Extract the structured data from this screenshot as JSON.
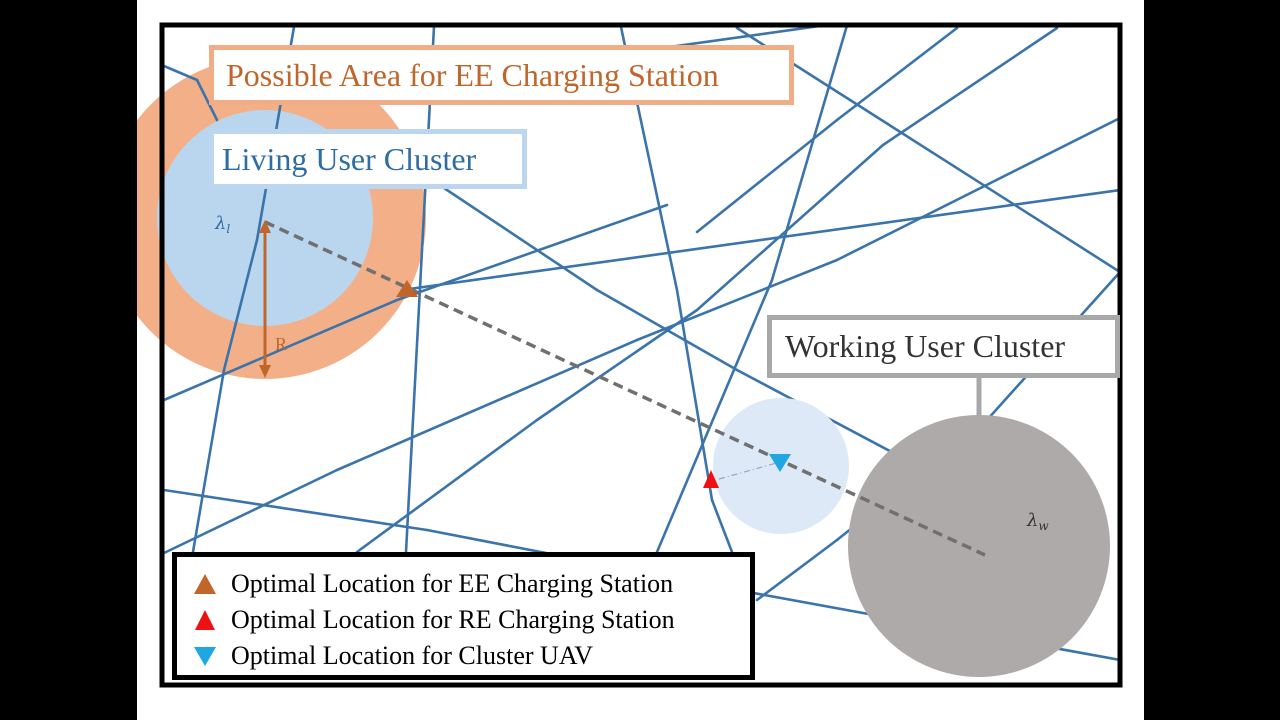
{
  "diagram": {
    "labels": {
      "possible_area": "Possible Area for EE Charging Station",
      "living_cluster": "Living User Cluster",
      "working_cluster": "Working User Cluster",
      "lambda_l": "λ",
      "lambda_l_sub": "l",
      "lambda_w": "λ",
      "lambda_w_sub": "w",
      "radius": "R"
    },
    "legend": [
      {
        "marker": "triangle-up",
        "color": "#c0662a",
        "label": "Optimal Location for EE Charging Station"
      },
      {
        "marker": "triangle-up",
        "color": "#ee1111",
        "label": "Optimal Location for RE Charging Station"
      },
      {
        "marker": "triangle-down",
        "color": "#1ea7e1",
        "label": "Optimal Location for Cluster UAV"
      }
    ],
    "colors": {
      "road": "#3a74ab",
      "possible_area": "#f3b088",
      "living_cluster": "#bad5ee",
      "working_cluster": "#aeaaaa",
      "uav_coverage": "#dde9f6",
      "ee_station": "#c0662a",
      "re_station": "#ee1111",
      "uav": "#1ea7e1",
      "frame": "#000000",
      "dashed_link": "#707070"
    }
  }
}
